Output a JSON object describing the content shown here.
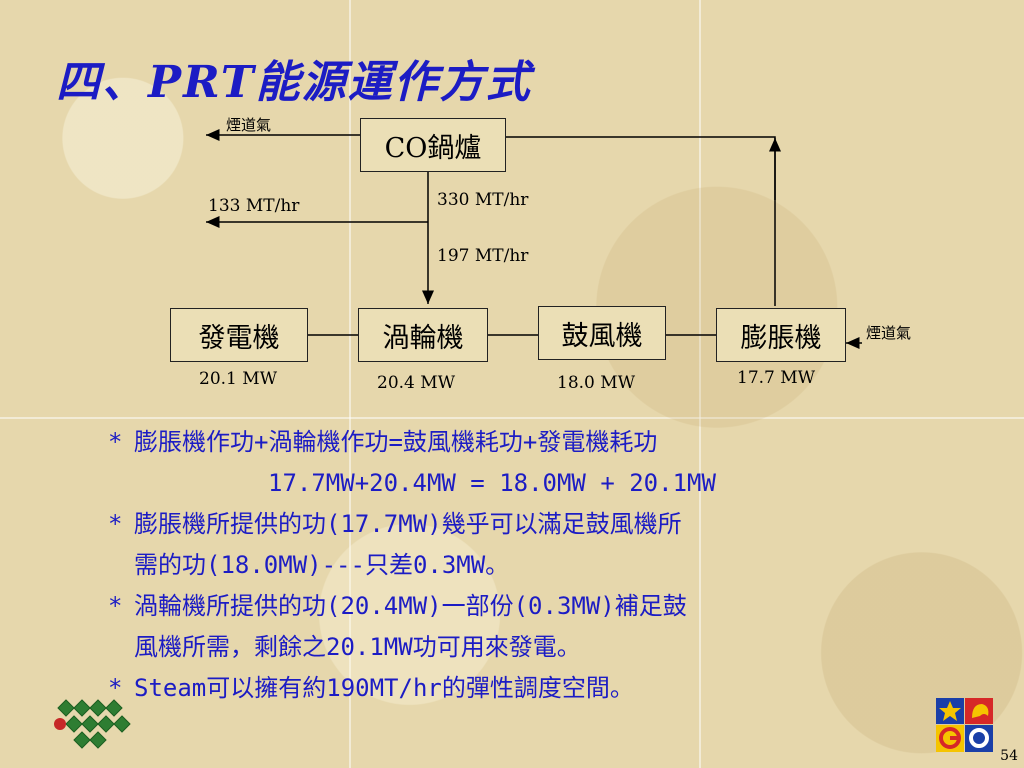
{
  "slide": {
    "title": "四、PRT能源運作方式",
    "page_number": "54"
  },
  "diagram": {
    "boxes": {
      "boiler": "CO鍋爐",
      "generator": "發電機",
      "turbine": "渦輪機",
      "blower": "鼓風機",
      "expander": "膨脹機"
    },
    "flows": {
      "flue_gas_top": "煙道氣",
      "steam_out": "133 MT/hr",
      "steam_total": "330 MT/hr",
      "steam_turbine": "197 MT/hr",
      "flue_gas_right": "煙道氣"
    },
    "powers": {
      "generator": "20.1 MW",
      "turbine": "20.4 MW",
      "blower": "18.0 MW",
      "expander": "17.7 MW"
    }
  },
  "bullets": {
    "b1": "膨脹機作功+渦輪機作功=鼓風機耗功+發電機耗功",
    "b1_eq": "17.7MW+20.4MW = 18.0MW + 20.1MW",
    "b2_l1": "膨脹機所提供的功(17.7MW)幾乎可以滿足鼓風機所",
    "b2_l2": "需的功(18.0MW)---只差0.3MW。",
    "b3_l1": "渦輪機所提供的功(20.4MW)一部份(0.3MW)補足鼓",
    "b3_l2": "風機所需，剩餘之20.1MW功可用來發電。",
    "b4": "Steam可以擁有約190MT/hr的彈性調度空間。",
    "marker": "*"
  },
  "colors": {
    "title": "#1c1cc4",
    "bullet_text": "#1c1cc4",
    "line": "#000000"
  },
  "icons": {
    "logo_left": "company-emblem-icon",
    "logo_right": "go-logo-icon"
  }
}
